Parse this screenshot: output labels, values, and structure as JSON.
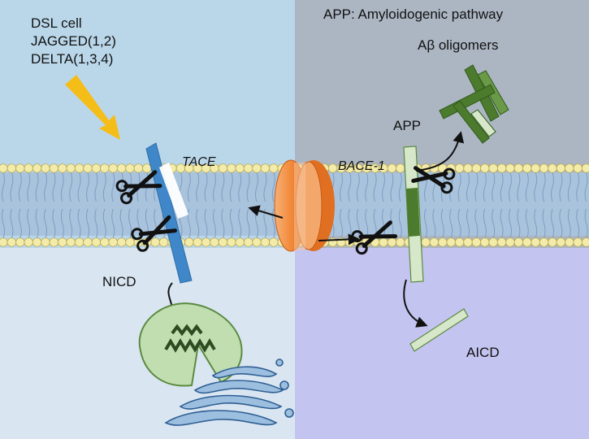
{
  "left_panel": {
    "ligand_lines": [
      "DSL cell",
      "JAGGED(1,2)",
      "DELTA(1,3,4)"
    ],
    "enzyme_label": "TACE",
    "product_label": "NICD"
  },
  "right_panel": {
    "title": "APP: Amyloidogenic pathway",
    "oligomer_label": "Aβ oligomers",
    "precursor_label": "APP",
    "enzyme_label": "BACE-1",
    "product_label": "AICD"
  },
  "colors": {
    "top_left_bg": "#bad7ea",
    "top_right_bg": "#acb6c3",
    "bottom_left_bg": "#d9e6f2",
    "bottom_right_bg": "#c4c4f1",
    "lipid_head": "#f3ebaa",
    "notch_blue": "#3f87c8",
    "app_green": "#d6e8c9",
    "oligomer_green": "#4c7b2e",
    "channel_orange": "#f39a56",
    "nucleus_green": "#c1deb1",
    "arrow_yellow": "#f5bd18"
  }
}
